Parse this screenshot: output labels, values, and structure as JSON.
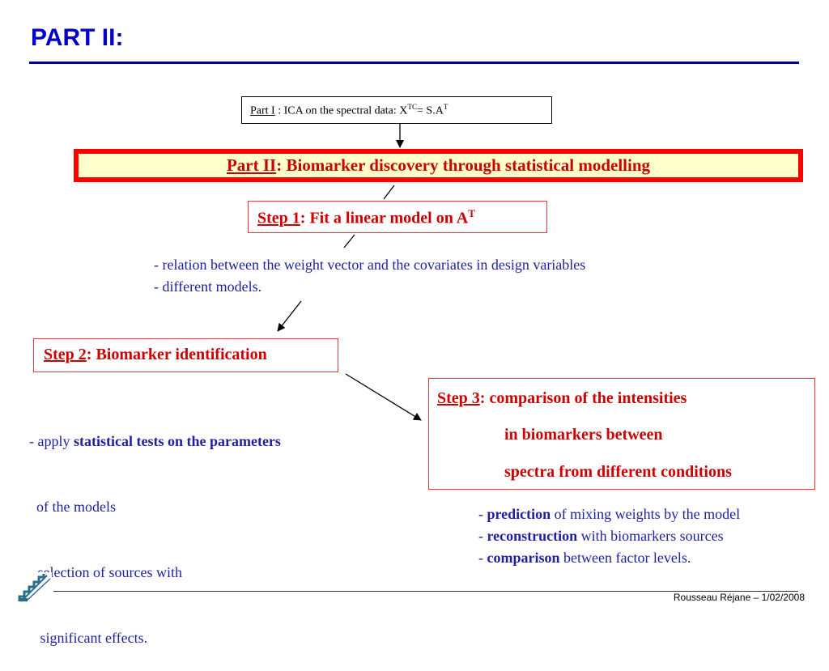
{
  "title": "PART II:",
  "part1": {
    "label": "Part I",
    "text": " : ICA on the spectral data:  X",
    "sup1": "TC",
    "mid": "= S.A",
    "sup2": "T"
  },
  "part2": {
    "label": "Part II",
    "text": ":  Biomarker discovery through statistical modelling"
  },
  "step1": {
    "label": "Step 1",
    "text": ": Fit a linear model on A",
    "sup": "T",
    "notes": [
      "- relation between the weight vector and the covariates in design variables",
      "- different models."
    ]
  },
  "step2": {
    "label": "Step 2",
    "text": ": Biomarker identification",
    "notes": {
      "line1_pre": "- apply ",
      "line1_bold": "statistical tests on the parameters",
      "line2": "  of the models",
      "line3": "- selection of sources with",
      "line4": "   significant effects."
    }
  },
  "step3": {
    "label": "Step 3",
    "line1": ": comparison of the intensities",
    "line2": "in biomarkers between",
    "line3": "spectra  from different conditions",
    "notes": [
      {
        "pre": "- ",
        "bold": "prediction",
        "post": " of mixing weights by the model"
      },
      {
        "pre": "- ",
        "bold": "reconstruction",
        "post": " with biomarkers sources"
      },
      {
        "pre": "- ",
        "bold": "comparison",
        "post": " between factor levels."
      }
    ]
  },
  "footer": "Rousseau Réjane – 1/02/2008",
  "logo": "staircase-logo-icon",
  "colors": {
    "title": "#0000cc",
    "accent_red": "#ff0000",
    "highlight": "#ffffcc",
    "text_blue": "#1f1f9f"
  }
}
